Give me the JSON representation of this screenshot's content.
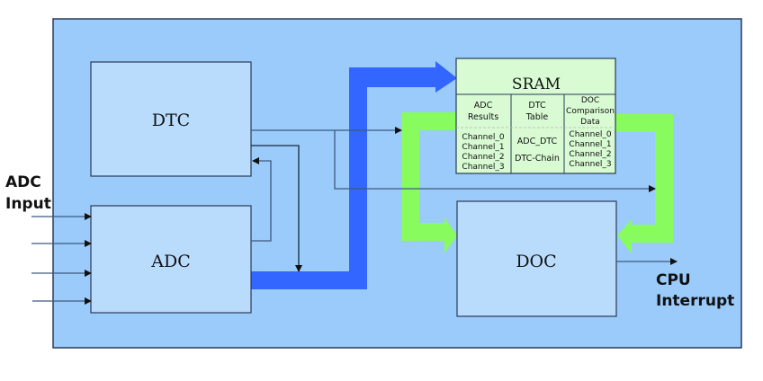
{
  "blocks": {
    "dtc": {
      "label": "DTC"
    },
    "adc": {
      "label": "ADC"
    },
    "doc": {
      "label": "DOC"
    },
    "sram": {
      "label": "SRAM",
      "columns": [
        {
          "header": [
            "ADC",
            "Results"
          ],
          "items": [
            "Channel_0",
            "Channel_1",
            "Channel_2",
            "Channel_3"
          ]
        },
        {
          "header": [
            "DTC",
            "Table"
          ],
          "items": [
            "ADC_DTC",
            "DTC-Chain"
          ]
        },
        {
          "header": [
            "DOC",
            "Comparison",
            "Data"
          ],
          "items": [
            "Channel_0",
            "Channel_1",
            "Channel_2",
            "Channel_3"
          ]
        }
      ]
    }
  },
  "labels": {
    "adc_input": [
      "ADC",
      "Input"
    ],
    "cpu_interrupt": [
      "CPU",
      "Interrupt"
    ]
  },
  "colors": {
    "background": "#9acbfb",
    "block_fill": "#b9dcfd",
    "sram_fill": "#d9fbd3",
    "blue_arrow": "#3366ff",
    "green_arrow": "#88fb5e",
    "line": "#3d5a80",
    "border": "#2a3a55"
  }
}
